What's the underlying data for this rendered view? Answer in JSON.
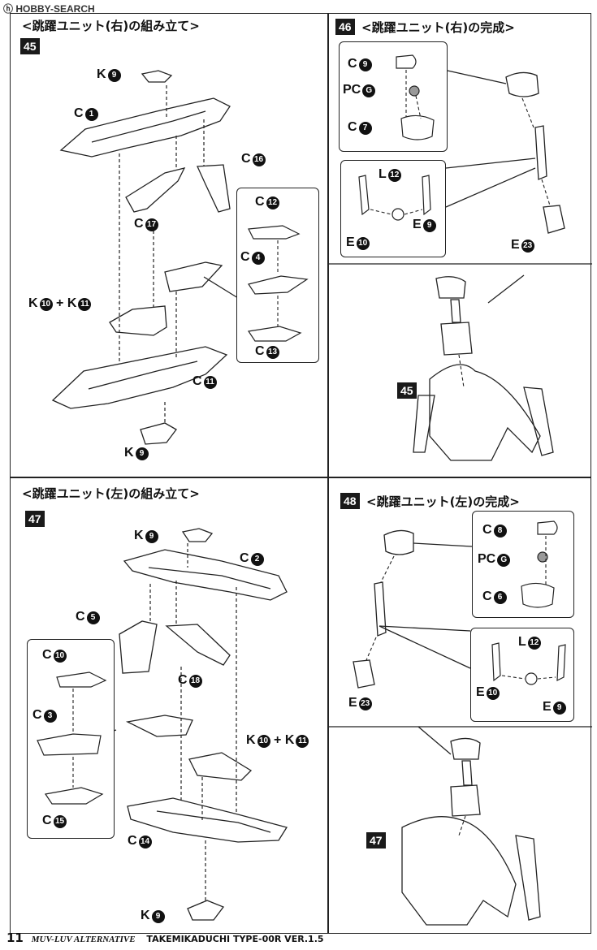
{
  "watermark": "ⓗ HOBBY-SEARCH",
  "panel45": {
    "title": "<跳躍ユニット(右)の組み立て>",
    "step": "45",
    "labels": {
      "k9": "K",
      "k9n": "9",
      "c1": "C",
      "c1n": "1",
      "c16": "C",
      "c16n": "16",
      "c17": "C",
      "c17n": "17",
      "c12": "C",
      "c12n": "12",
      "c4": "C",
      "c4n": "4",
      "c13": "C",
      "c13n": "13",
      "k10": "K",
      "k10n": "10",
      "plus": "+",
      "k11": "K",
      "k11n": "11",
      "c11": "C",
      "c11n": "11",
      "k9b": "K",
      "k9bn": "9"
    }
  },
  "panel46": {
    "title": "<跳躍ユニット(右)の完成>",
    "step": "46",
    "labels": {
      "c9": "C",
      "c9n": "9",
      "pcg": "PC",
      "pcgn": "G",
      "c7": "C",
      "c7n": "7",
      "l12": "L",
      "l12n": "12",
      "e10": "E",
      "e10n": "10",
      "e9": "E",
      "e9n": "9",
      "e23": "E",
      "e23n": "23"
    },
    "ref": "45"
  },
  "panel47": {
    "title": "<跳躍ユニット(左)の組み立て>",
    "step": "47",
    "labels": {
      "k9": "K",
      "k9n": "9",
      "c2": "C",
      "c2n": "2",
      "c5": "C",
      "c5n": "5",
      "c18": "C",
      "c18n": "18",
      "c10": "C",
      "c10n": "10",
      "c3": "C",
      "c3n": "3",
      "c15": "C",
      "c15n": "15",
      "k10": "K",
      "k10n": "10",
      "plus": "+",
      "k11": "K",
      "k11n": "11",
      "c14": "C",
      "c14n": "14",
      "k9b": "K",
      "k9bn": "9"
    }
  },
  "panel48": {
    "title": "<跳躍ユニット(左)の完成>",
    "step": "48",
    "labels": {
      "c8": "C",
      "c8n": "8",
      "pcg": "PC",
      "pcgn": "G",
      "c6": "C",
      "c6n": "6",
      "l12": "L",
      "l12n": "12",
      "e10": "E",
      "e10n": "10",
      "e9": "E",
      "e9n": "9",
      "e23": "E",
      "e23n": "23"
    },
    "ref": "47"
  },
  "footer": {
    "page": "11",
    "series": "MUV-LUV ALTERNATIVE",
    "product": "TAKEMIKADUCHI TYPE-00R VER.1.5"
  }
}
